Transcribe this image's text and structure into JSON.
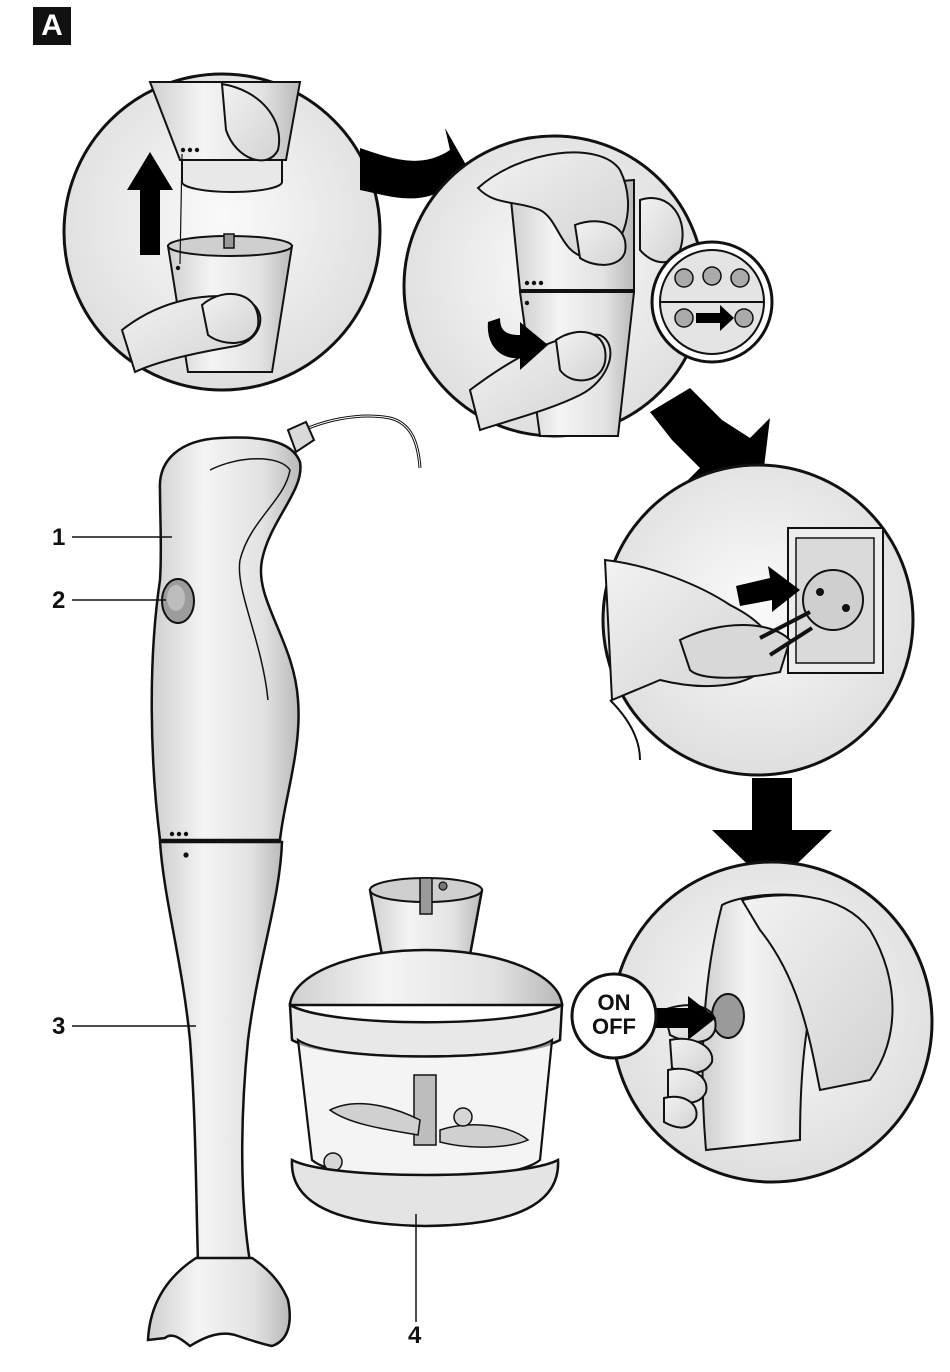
{
  "page_label": "A",
  "callouts": [
    {
      "number": "1",
      "part": "motor-part"
    },
    {
      "number": "2",
      "part": "switch-button"
    },
    {
      "number": "3",
      "part": "blender-shaft"
    },
    {
      "number": "4",
      "part": "chopper-accessory"
    }
  ],
  "switch_label": {
    "line1": "ON",
    "line2": "OFF"
  },
  "colors": {
    "ink": "#111111",
    "body": "#e6e6e6",
    "shade": "#c4c4c4",
    "bowl": "#d8d8d8",
    "arrow": "#000000"
  }
}
